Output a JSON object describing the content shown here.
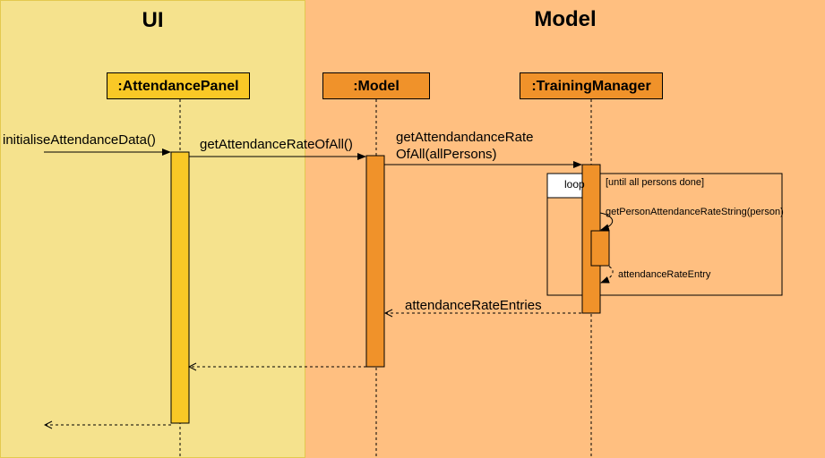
{
  "regions": {
    "ui": {
      "title": "UI",
      "color": "#f5e28d"
    },
    "model": {
      "title": "Model",
      "color": "#ffbf80"
    }
  },
  "participants": {
    "attendance_panel": {
      "label": ":AttendancePanel",
      "color": "#f9c826"
    },
    "model": {
      "label": ":Model",
      "color": "#f0922a"
    },
    "training_manager": {
      "label": ":TrainingManager",
      "color": "#f0922a"
    }
  },
  "messages": {
    "initialise": "initialiseAttendanceData()",
    "get_rate_of_all": "getAttendanceRateOfAll()",
    "get_rate_of_all_persons_line1": "getAttendandanceRate",
    "get_rate_of_all_persons_line2": "OfAll(allPersons)",
    "get_person_rate": "getPersonAttendanceRateString(person)",
    "return_entry": "attendanceRateEntry",
    "return_entries": "attendanceRateEntries"
  },
  "loop": {
    "tag": "loop",
    "guard": "[until all persons done]"
  }
}
